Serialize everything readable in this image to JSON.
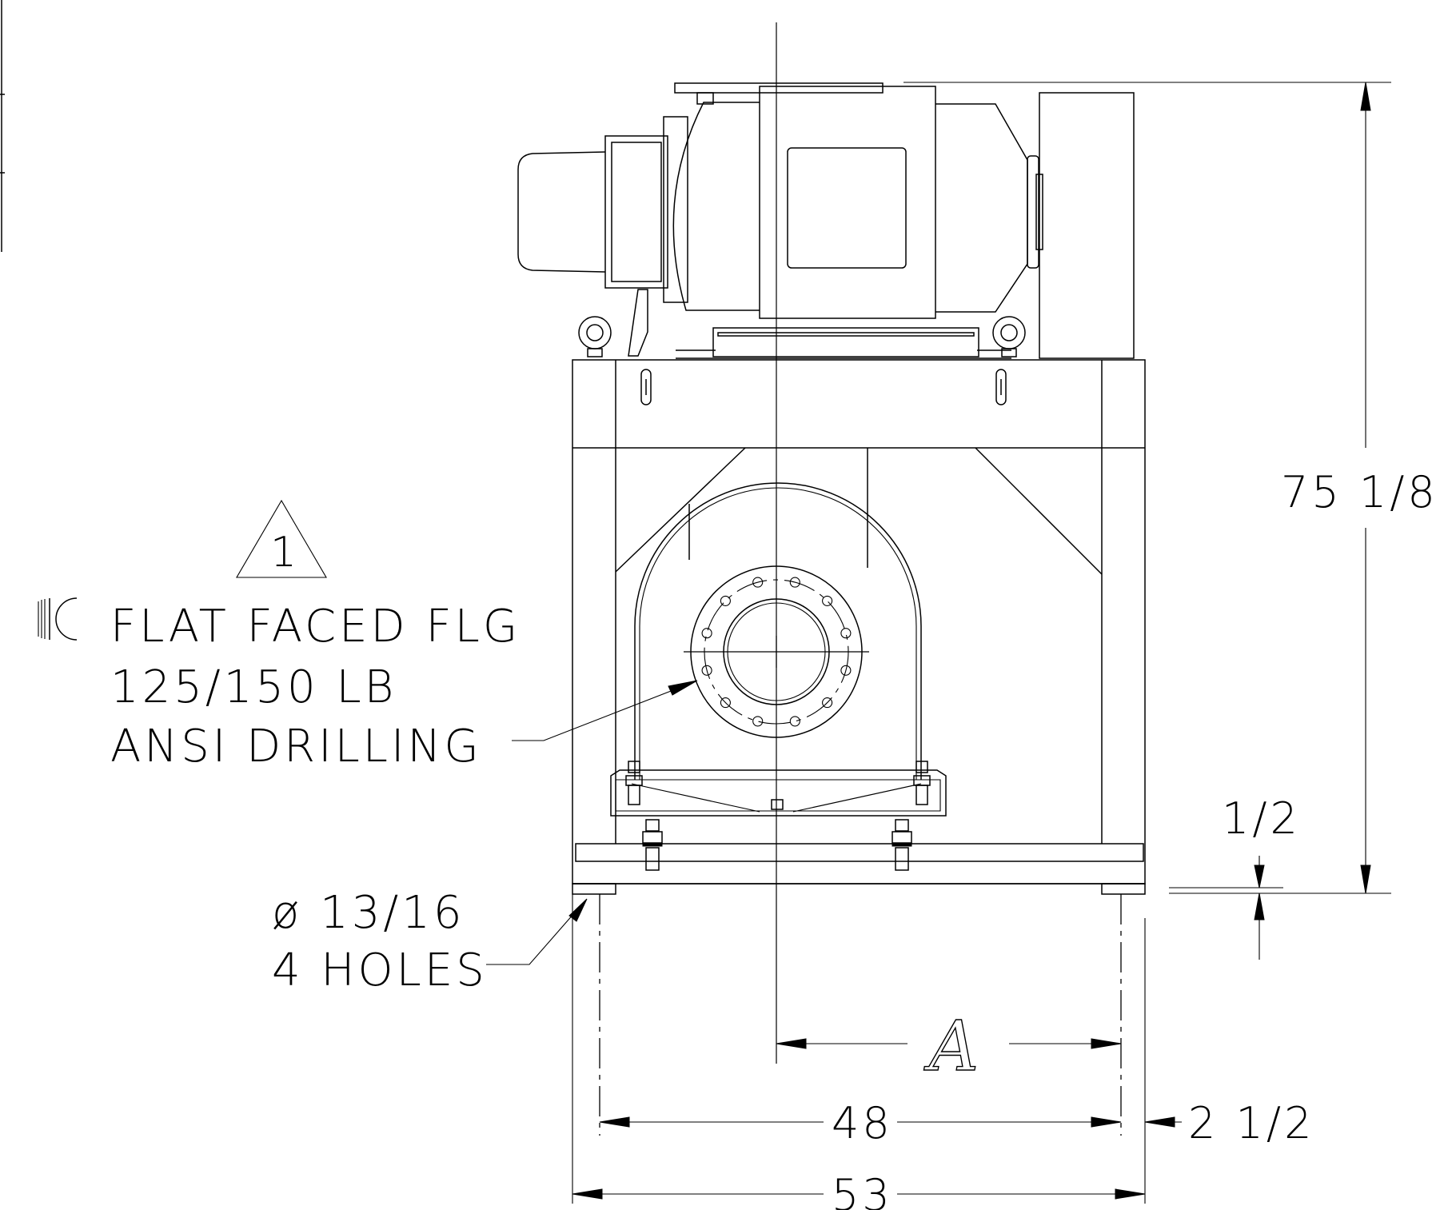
{
  "revision_mark": "1",
  "centerline_symbol": "℄",
  "flange_note": {
    "line1": "FLAT FACED FLG",
    "line2": "125/150 LB",
    "line3": "ANSI DRILLING"
  },
  "hole_note": {
    "line1": "ø 13/16",
    "line2": "4 HOLES"
  },
  "dimensions": {
    "overall_height": "75 1/8",
    "base_clearance": "1/2",
    "dim_a": "A",
    "hole_spacing": "48",
    "overall_width": "53",
    "hole_edge_offset": "2 1/2"
  }
}
